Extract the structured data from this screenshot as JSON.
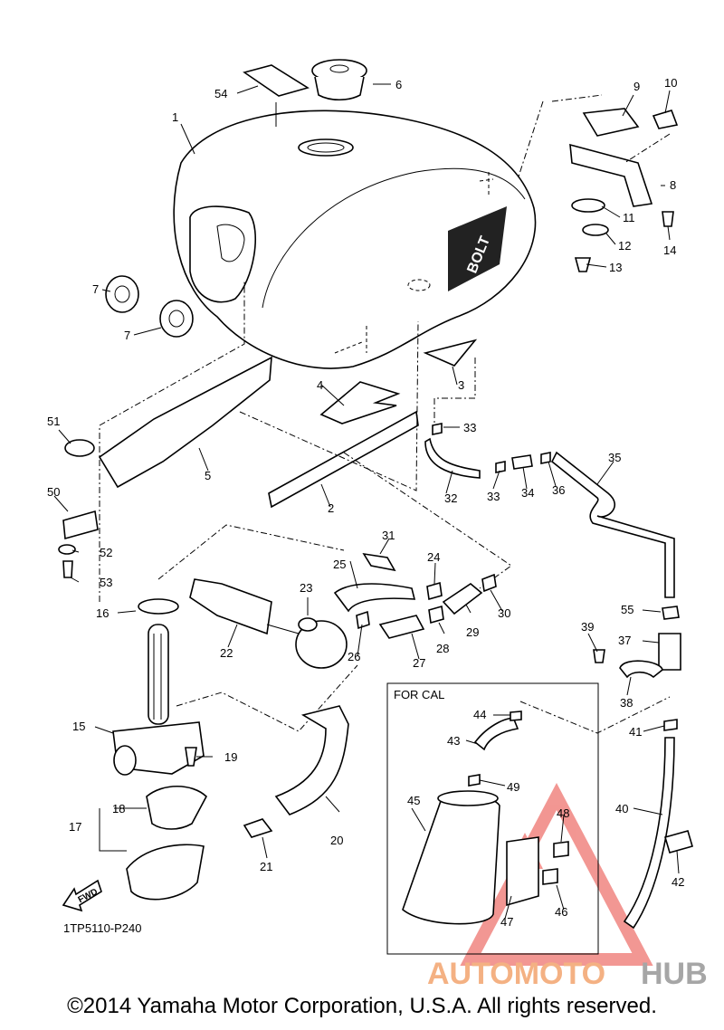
{
  "diagram_code": "1TP5110-P240",
  "tank_logo": "BOLT",
  "fwd_label": "FWD",
  "cal_box_label": "FOR CAL",
  "copyright": "©2014 Yamaha Motor Corporation, U.S.A. All rights reserved.",
  "watermark": {
    "text_a": "AUTOMOTO",
    "text_b": "HUB",
    "color_a": "#f4b183",
    "color_b": "#a6a6a6",
    "logo_color": "#e8423a"
  },
  "callouts": {
    "c1": "1",
    "c2": "2",
    "c3": "3",
    "c4": "4",
    "c5": "5",
    "c6": "6",
    "c7a": "7",
    "c7b": "7",
    "c8": "8",
    "c9": "9",
    "c10": "10",
    "c11": "11",
    "c12": "12",
    "c13": "13",
    "c14": "14",
    "c15": "15",
    "c16": "16",
    "c17": "17",
    "c18": "18",
    "c19": "19",
    "c20": "20",
    "c21": "21",
    "c22": "22",
    "c23": "23",
    "c24": "24",
    "c25": "25",
    "c26": "26",
    "c27": "27",
    "c28": "28",
    "c29": "29",
    "c30": "30",
    "c31": "31",
    "c32": "32",
    "c33a": "33",
    "c33b": "33",
    "c34": "34",
    "c35": "35",
    "c36": "36",
    "c37": "37",
    "c38": "38",
    "c39": "39",
    "c40": "40",
    "c41": "41",
    "c42": "42",
    "c43": "43",
    "c44": "44",
    "c45": "45",
    "c46": "46",
    "c47": "47",
    "c48": "48",
    "c49": "49",
    "c50": "50",
    "c51": "51",
    "c52": "52",
    "c53": "53",
    "c54": "54",
    "c55": "55"
  }
}
